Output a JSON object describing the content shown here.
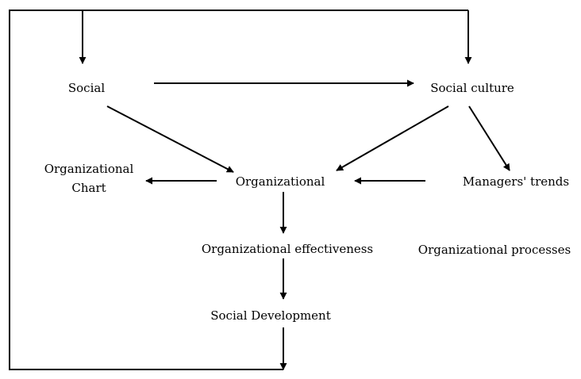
{
  "diagram": {
    "nodes": {
      "social": "Social",
      "social_culture": "Social culture",
      "org_chart_line1": "Organizational",
      "org_chart_line2": "Chart",
      "organizational": "Organizational",
      "managers_trends": "Managers' trends",
      "org_effectiveness": "Organizational effectiveness",
      "org_processes": "Organizational processes",
      "social_development": "Social Development"
    },
    "colors": {
      "stroke": "#000000",
      "text": "#000000",
      "background": "#ffffff"
    }
  }
}
